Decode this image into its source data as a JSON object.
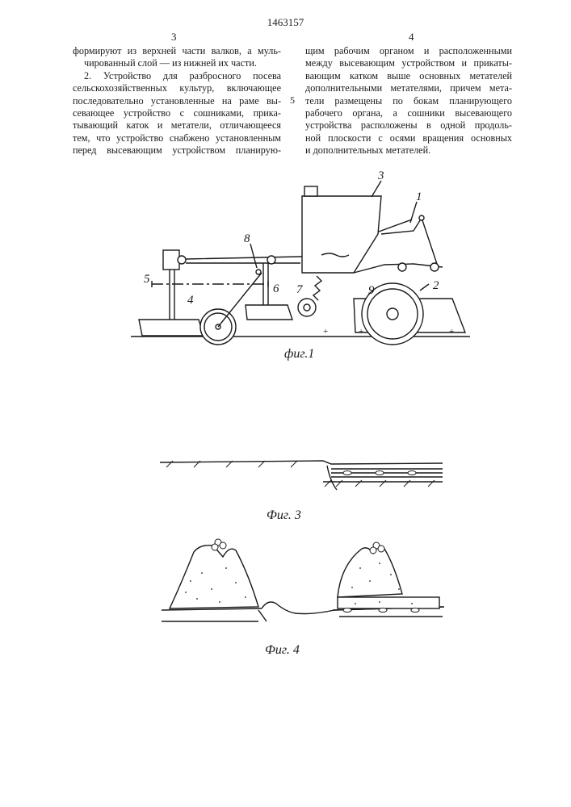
{
  "header": {
    "patent_number": "1463157",
    "left_col_number": "3",
    "right_col_number": "4",
    "line_marker": "5"
  },
  "left_column": {
    "lines": [
      "формируют из верхней части валков, а муль-",
      "чированный слой — из нижней их части.",
      "2. Устройство для разбросного посева",
      "сельскохозяйственных культур, включающее",
      "последовательно установленные на раме вы-",
      "севающее устройство с сошниками, прика-",
      "тывающий каток и метатели, отличающееся",
      "тем, что устройство снабжено установленным",
      "перед высевающим устройством планирую-"
    ]
  },
  "right_column": {
    "lines": [
      "щим рабочим органом и расположенными",
      "между высевающим устройством и прикаты-",
      "вающим катком выше основных метателей",
      "дополнительными метателями, причем мета-",
      "тели размещены по бокам планирующего",
      "рабочего органа, а сошники высевающего",
      "устройства расположены в одной продоль-",
      "ной плоскости с осями вращения основных",
      "и дополнительных метателей."
    ]
  },
  "figures": {
    "fig1": {
      "caption": "фиг.1",
      "labels": {
        "l1": "1",
        "l2": "2",
        "l3": "3",
        "l4": "4",
        "l5": "5",
        "l6": "6",
        "l7": "7",
        "l8": "8",
        "l9": "9"
      }
    },
    "fig3": {
      "caption": "Фиг. 3"
    },
    "fig4": {
      "caption": "Фиг. 4"
    }
  }
}
